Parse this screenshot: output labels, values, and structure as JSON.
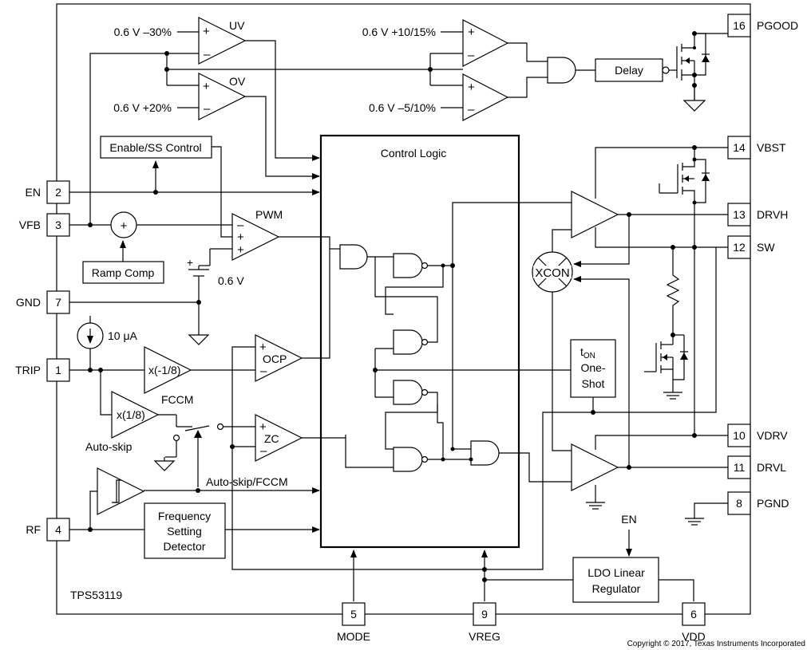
{
  "chip_name": "TPS53119",
  "copyright": "Copyright © 2017, Texas Instruments Incorporated",
  "pins": [
    {
      "num": "16",
      "name": "PGOOD"
    },
    {
      "num": "14",
      "name": "VBST"
    },
    {
      "num": "13",
      "name": "DRVH"
    },
    {
      "num": "12",
      "name": "SW"
    },
    {
      "num": "10",
      "name": "VDRV"
    },
    {
      "num": "11",
      "name": "DRVL"
    },
    {
      "num": "8",
      "name": "PGND"
    },
    {
      "num": "2",
      "name": "EN"
    },
    {
      "num": "3",
      "name": "VFB"
    },
    {
      "num": "7",
      "name": "GND"
    },
    {
      "num": "1",
      "name": "TRIP"
    },
    {
      "num": "4",
      "name": "RF"
    },
    {
      "num": "5",
      "name": "MODE"
    },
    {
      "num": "9",
      "name": "VREG"
    },
    {
      "num": "6",
      "name": "VDD"
    }
  ],
  "blocks": {
    "control_logic": "Control Logic",
    "enable_ss": "Enable/SS Control",
    "ramp_comp": "Ramp Comp",
    "delay": "Delay",
    "freq_line1": "Frequency",
    "freq_line2": "Setting",
    "freq_line3": "Detector",
    "ldo_line1": "LDO Linear",
    "ldo_line2": "Regulator",
    "ton_main": "t",
    "ton_sub": "ON",
    "ton_line2": "One-",
    "ton_line3": "Shot",
    "xcon": "XCON",
    "summer": "+"
  },
  "labels": {
    "uv": "UV",
    "ov": "OV",
    "pwm": "PWM",
    "ocp": "OCP",
    "zc": "ZC",
    "ref_uv": "0.6 V –30%",
    "ref_ov": "0.6 V +20%",
    "ref_pg_hi": "0.6 V +10/15%",
    "ref_pg_lo": "0.6 V –5/10%",
    "ref_pwm": "0.6 V",
    "current_src": "10 μA",
    "gain_trip": "x(-1/8)",
    "gain_fccm": "x(1/8)",
    "fccm": "FCCM",
    "auto_skip": "Auto-skip",
    "auto_skip_fccm": "Auto-skip/FCCM",
    "en_ldo": "EN"
  }
}
